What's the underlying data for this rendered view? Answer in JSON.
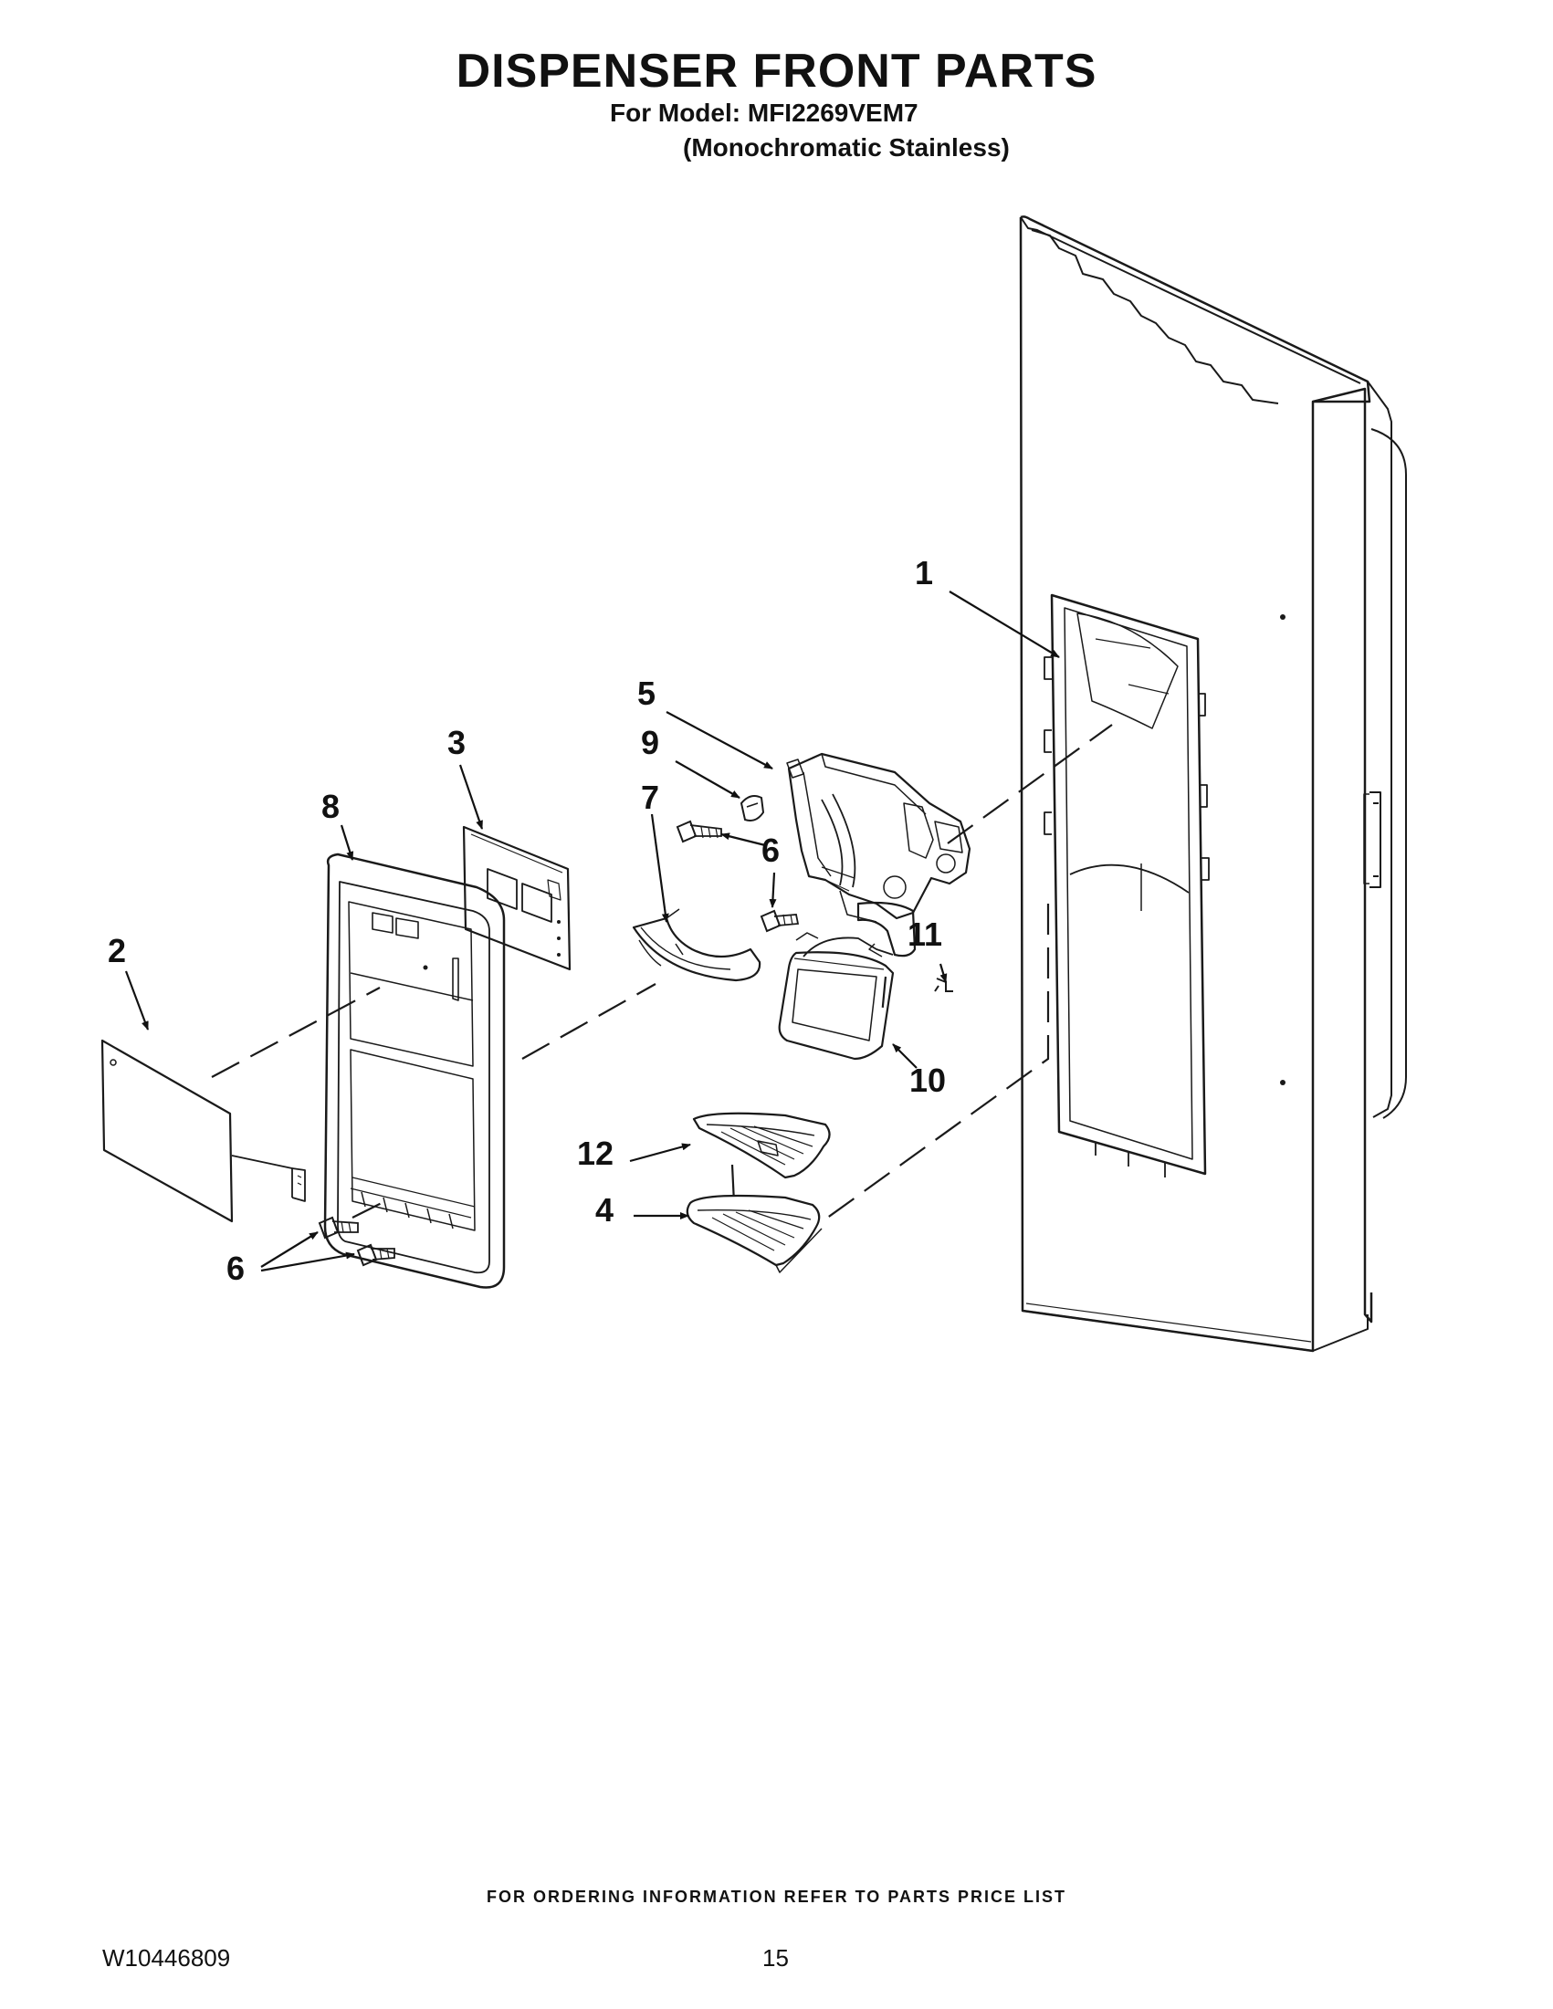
{
  "header": {
    "title": "DISPENSER FRONT PARTS",
    "model_line": "For Model: MFI2269VEM7",
    "finish_line": "(Monochromatic Stainless)"
  },
  "diagram": {
    "callouts": {
      "c1": "1",
      "c2": "2",
      "c3": "3",
      "c4": "4",
      "c5": "5",
      "c6a": "6",
      "c6b": "6",
      "c6c": "6",
      "c7": "7",
      "c8": "8",
      "c9": "9",
      "c10": "10",
      "c11": "11",
      "c12": "12"
    },
    "line_color": "#1a1a1a"
  },
  "footer": {
    "ordering_note": "FOR ORDERING INFORMATION REFER TO PARTS PRICE LIST",
    "doc_number": "W10446809",
    "page_number": "15"
  }
}
